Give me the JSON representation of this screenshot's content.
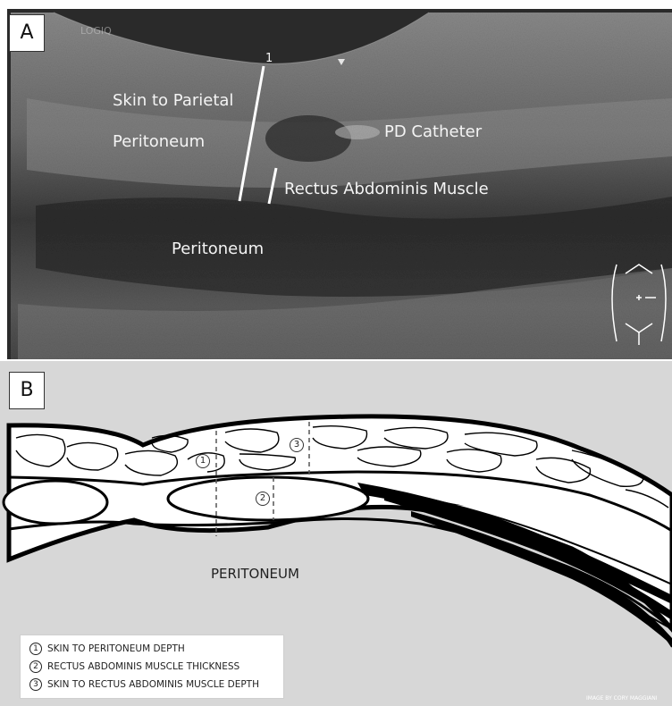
{
  "panel_a": {
    "letter": "A",
    "labels": {
      "skin_to_parietal": "Skin to Parietal",
      "peritoneum_upper": "Peritoneum",
      "pd_catheter": "PD Catheter",
      "rectus": "Rectus Abdominis Muscle",
      "peritoneum_lower": "Peritoneum"
    },
    "marker_one": "1",
    "logo_text": "LOGIQ"
  },
  "panel_b": {
    "letter": "B",
    "peritoneum_label": "PERITONEUM",
    "markers": [
      "1",
      "2",
      "3"
    ],
    "legend": [
      {
        "num": "1",
        "text": "SKIN TO PERITONEUM DEPTH"
      },
      {
        "num": "2",
        "text": "RECTUS ABDOMINIS MUSCLE THICKNESS"
      },
      {
        "num": "3",
        "text": "SKIN TO RECTUS ABDOMINIS MUSCLE DEPTH"
      }
    ],
    "credit": "IMAGE BY CORY MAGGIANI"
  },
  "colors": {
    "ultrasound_dark": "#2b2b2b",
    "ultrasound_mid": "#6f6f6f",
    "panel_b_bg": "#d7d7d7"
  }
}
